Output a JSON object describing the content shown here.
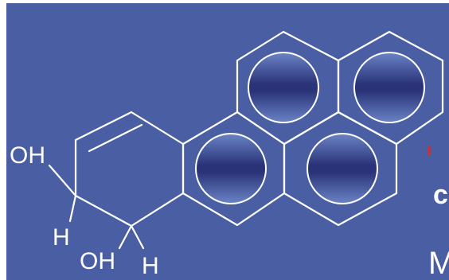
{
  "labels": {
    "oh_left": "OH",
    "h_left": "H",
    "oh_bottom": "OH",
    "h_bottom": "H",
    "edge_c": "c",
    "edge_m": "M"
  },
  "colors": {
    "background": "#4a5ea3",
    "bond": "#ffffff",
    "ring_fill_dark": "#2a3275",
    "ring_fill_light": "#5a73b8",
    "accent": "#e0262a"
  }
}
